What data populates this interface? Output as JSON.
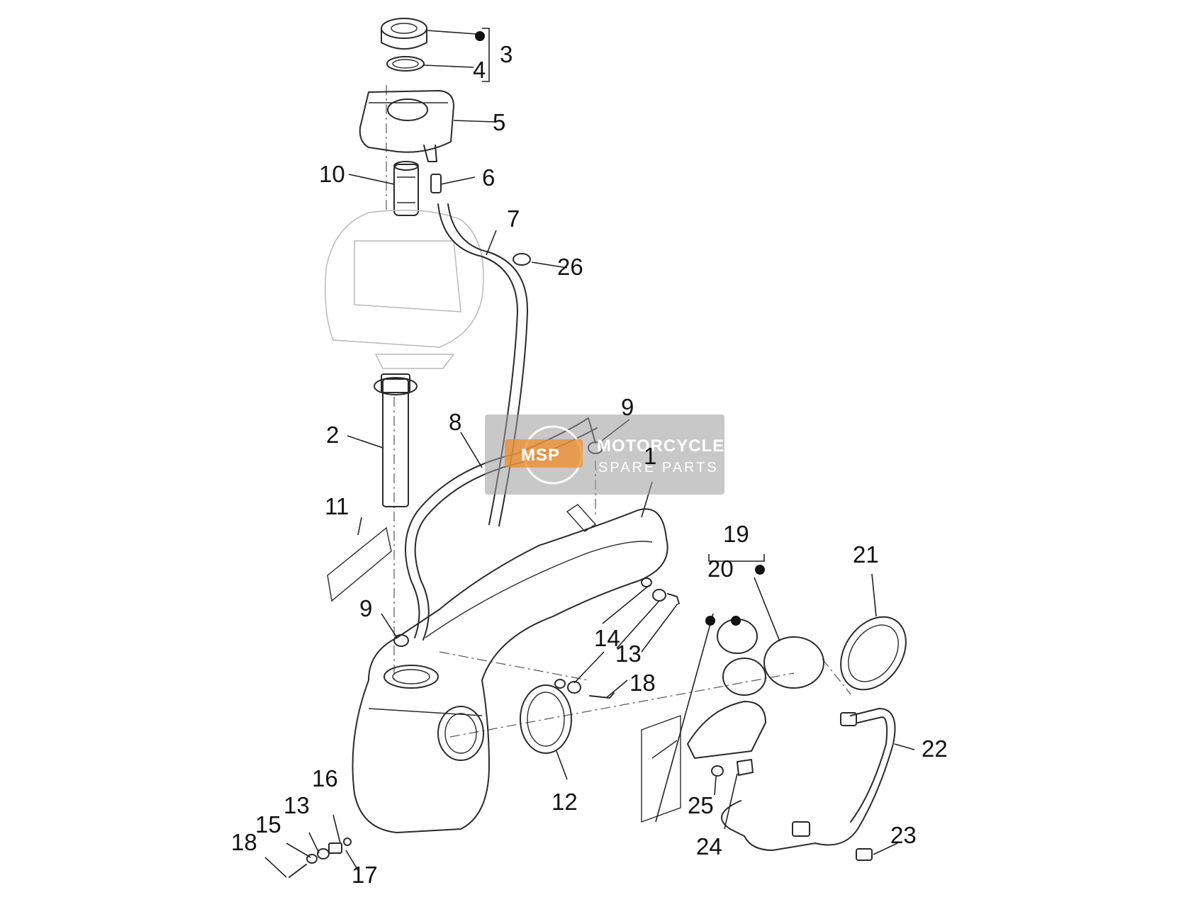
{
  "callouts": {
    "c1": "1",
    "c2": "2",
    "c3": "3",
    "c4": "4",
    "c5": "5",
    "c6": "6",
    "c7": "7",
    "c8": "8",
    "c9a": "9",
    "c9b": "9",
    "c10": "10",
    "c11": "11",
    "c12": "12",
    "c13a": "13",
    "c13b": "13",
    "c14": "14",
    "c15": "15",
    "c16": "16",
    "c17": "17",
    "c18a": "18",
    "c18b": "18",
    "c19": "19",
    "c20": "20",
    "c21": "21",
    "c22": "22",
    "c23": "23",
    "c24": "24",
    "c25": "25",
    "c26": "26"
  },
  "watermark": {
    "logo": "MSP",
    "line1": "MOTORCYCLE",
    "line2": "SPARE PARTS"
  },
  "colors": {
    "line": "#2a2a2a",
    "watermark": "#9a9a9a",
    "watermark_accent": "#f28c28"
  }
}
